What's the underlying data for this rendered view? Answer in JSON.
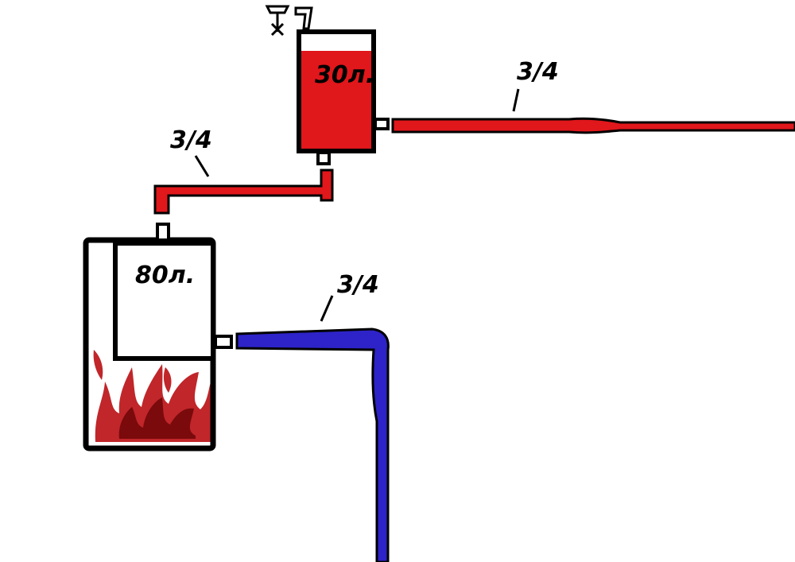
{
  "colors": {
    "hot_pipe": "#e0171b",
    "cold_pipe": "#2d23c8",
    "outline": "#000000",
    "tank_fill": "#e0171b",
    "flame_light": "#c0262a",
    "flame_dark": "#7a0a0c",
    "background": "#ffffff"
  },
  "labels": {
    "upper_tank_volume": "30л.",
    "boiler_volume": "80л.",
    "hot_pipe_right_size": "3/4",
    "hot_pipe_link_size": "3/4",
    "cold_pipe_size": "3/4"
  },
  "icons": {
    "tank_valve": "faucet-icon",
    "firebox_flames": "fire-icon"
  },
  "levels": {
    "upper_tank_fill_fraction": 0.84
  }
}
